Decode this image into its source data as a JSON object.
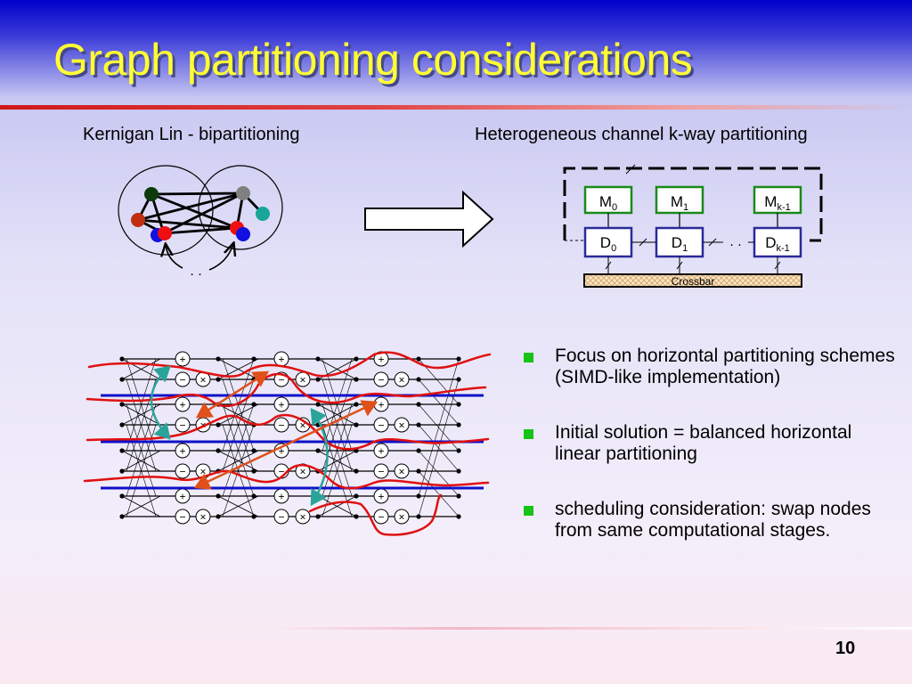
{
  "slide": {
    "title": "Graph partitioning considerations",
    "page_number": "10"
  },
  "left_panel": {
    "caption": "Kernigan Lin - bipartitioning"
  },
  "right_panel": {
    "caption": "Heterogeneous channel k-way partitioning",
    "memories": [
      {
        "base": "M",
        "sub": "0"
      },
      {
        "base": "M",
        "sub": "1"
      },
      {
        "base": "M",
        "sub": "k-1"
      }
    ],
    "datapaths": [
      {
        "base": "D",
        "sub": "0"
      },
      {
        "base": "D",
        "sub": "1"
      },
      {
        "base": "D",
        "sub": "k-1"
      }
    ],
    "crossbar_label": "Crossbar",
    "ellipsis": ". ."
  },
  "butterfly": {
    "ops": {
      "plus": "+",
      "minus": "−",
      "times": "×"
    }
  },
  "bullets": [
    "Focus on horizontal partitioning schemes (SIMD-like implementation)",
    "Initial solution = balanced horizontal linear partitioning",
    "scheduling consideration: swap nodes from same computational stages."
  ],
  "colors": {
    "title": "#ffff33",
    "bullet_marker": "#17c317",
    "memory_border": "#1a8a1a",
    "datapath_border": "#2a2a9a",
    "partition_lines": "#1010c8",
    "red_outline": "#e01010",
    "swap_arrows": "#2aa39a",
    "swap_arrow_cross": "#e0501a"
  }
}
